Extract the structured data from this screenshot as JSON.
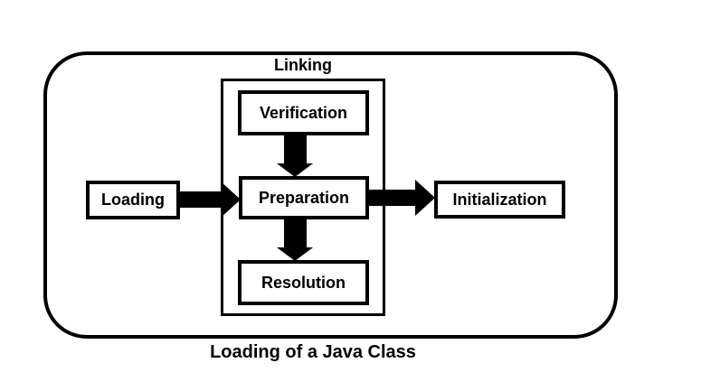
{
  "caption": "Loading of a Java Class",
  "group": {
    "label": "Linking"
  },
  "nodes": {
    "loading": {
      "label": "Loading"
    },
    "verification": {
      "label": "Verification"
    },
    "preparation": {
      "label": "Preparation"
    },
    "resolution": {
      "label": "Resolution"
    },
    "initialization": {
      "label": "Initialization"
    }
  },
  "arrows": [
    {
      "from": "Loading",
      "to": "Preparation",
      "direction": "right"
    },
    {
      "from": "Verification",
      "to": "Preparation",
      "direction": "down"
    },
    {
      "from": "Preparation",
      "to": "Resolution",
      "direction": "down"
    },
    {
      "from": "Preparation",
      "to": "Initialization",
      "direction": "right"
    }
  ],
  "colors": {
    "line": "#000000",
    "background": "#ffffff"
  }
}
